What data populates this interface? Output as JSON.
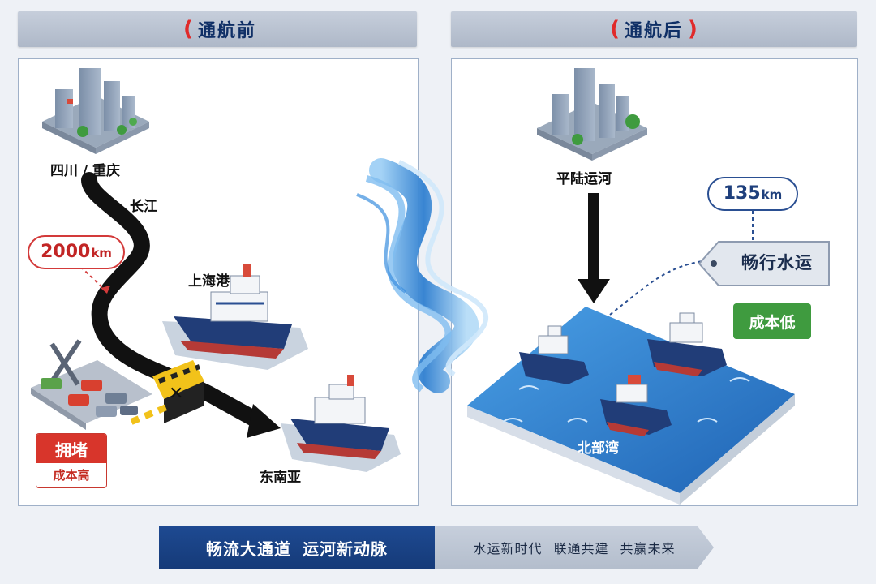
{
  "headers": {
    "before": "通航前",
    "after": "通航后",
    "bracket_open": "(",
    "bracket_close": ")"
  },
  "left": {
    "origin": "四川 / 重庆",
    "river": "长江",
    "distance_num": "2000",
    "distance_unit": "km",
    "port": "上海港",
    "destination": "东南亚",
    "tag_top": "拥堵",
    "tag_bottom": "成本高"
  },
  "right": {
    "origin": "平陆运河",
    "distance_num": "135",
    "distance_unit": "km",
    "sign": "畅行水运",
    "cost": "成本低",
    "sea": "北部湾"
  },
  "banner": {
    "left_part1": "畅流大通道",
    "left_part2": "运河新动脉",
    "right_part1": "水运新时代",
    "right_part2": "联通共建",
    "right_part3": "共赢未来"
  },
  "colors": {
    "navy": "#153a78",
    "red": "#d8352b",
    "green": "#3f9b3f",
    "water": "#2f7fd0"
  }
}
